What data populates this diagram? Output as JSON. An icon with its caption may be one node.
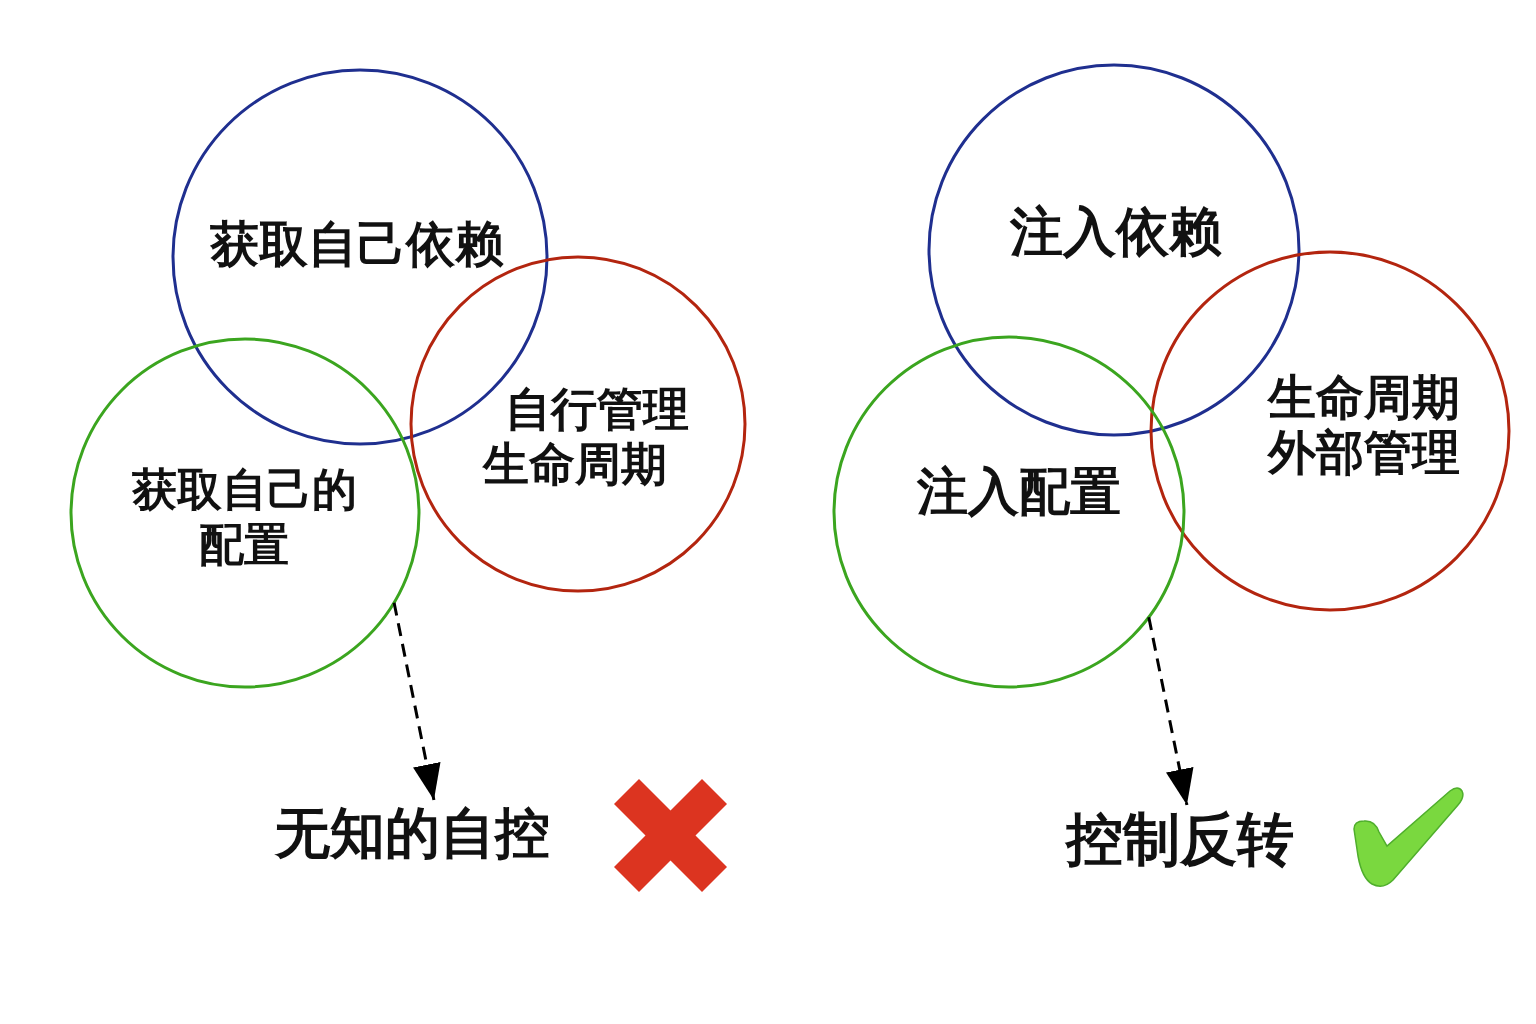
{
  "diagram": {
    "nodes": [
      {
        "text": [
          "获取自己依赖"
        ]
      },
      {
        "text": [
          "自行管理生命周期"
        ]
      },
      {
        "text": [
          "获取自己的配置"
        ]
      },
      {
        "text": [
          "无知的自控"
        ]
      },
      {
        "text": [
          "注入依赖"
        ]
      },
      {
        "text": [
          "生命周期外部管理"
        ]
      },
      {
        "text": [
          "注入配置"
        ]
      },
      {
        "text": [
          "控制反转"
        ]
      }
    ],
    "edges": [
      {
        "from": 2,
        "to": 3,
        "arrow": "to",
        "style": "dashed"
      },
      {
        "from": 6,
        "to": 7,
        "arrow": "to",
        "style": "dashed"
      }
    ]
  }
}
